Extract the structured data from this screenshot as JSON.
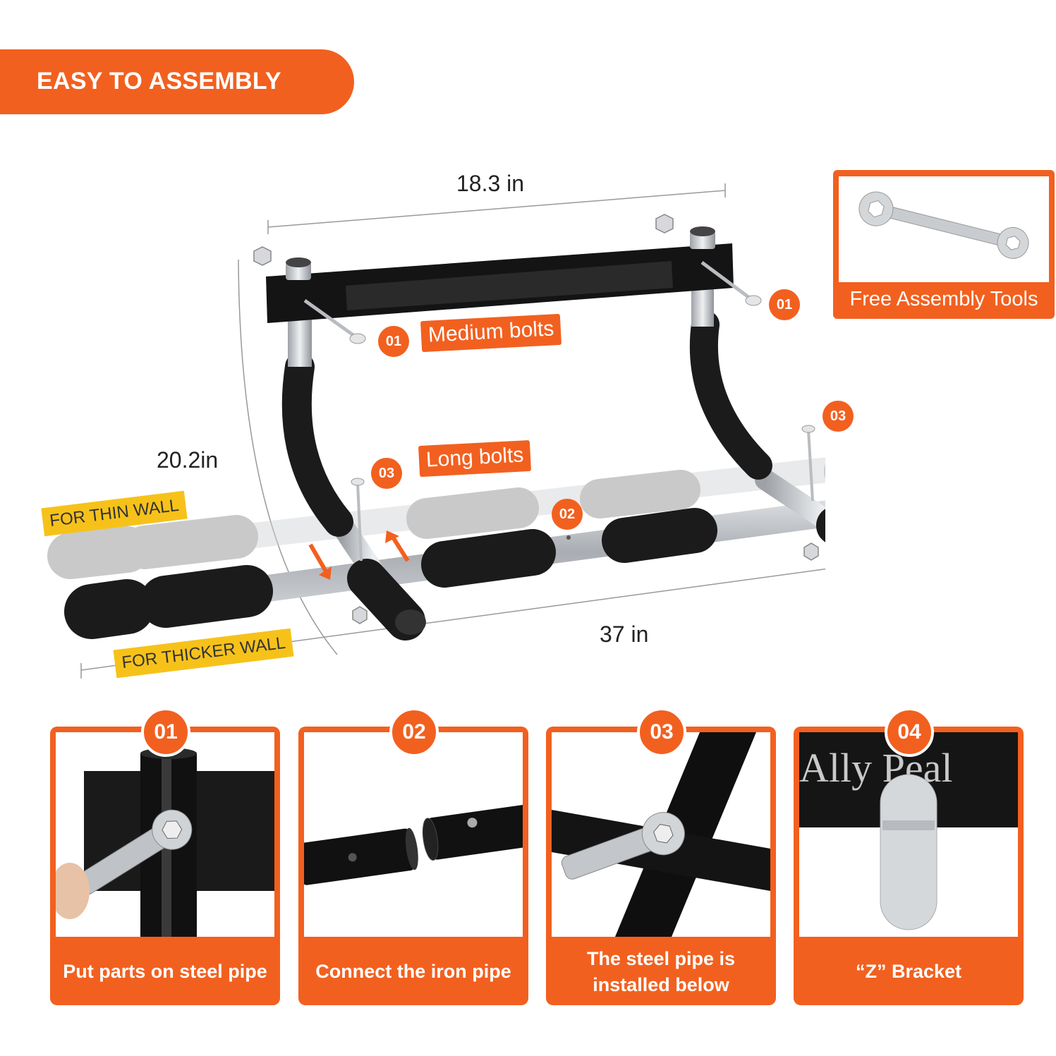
{
  "banner": {
    "title": "EASY TO ASSEMBLY"
  },
  "dimensions": {
    "top_width": "18.3 in",
    "height": "20.2in",
    "length": "37 in"
  },
  "labels": {
    "medium_bolts": "Medium bolts",
    "long_bolts": "Long bolts",
    "thin_wall": "FOR THIN WALL",
    "thicker_wall": "FOR THICKER WALL"
  },
  "callouts": {
    "c01a": "01",
    "c01b": "01",
    "c02": "02",
    "c03a": "03",
    "c03b": "03"
  },
  "tools": {
    "label": "Free Assembly Tools"
  },
  "steps": [
    {
      "number": "01",
      "caption": "Put parts on steel pipe"
    },
    {
      "number": "02",
      "caption": "Connect the iron pipe"
    },
    {
      "number": "03",
      "caption": "The steel pipe is installed below"
    },
    {
      "number": "04",
      "caption": "“Z”  Bracket",
      "brand": "Ally Peal"
    }
  ],
  "colors": {
    "accent": "#f2601f",
    "tag": "#f6c21a",
    "foam": "#1b1b1b",
    "steel": "#b8bcc1"
  }
}
